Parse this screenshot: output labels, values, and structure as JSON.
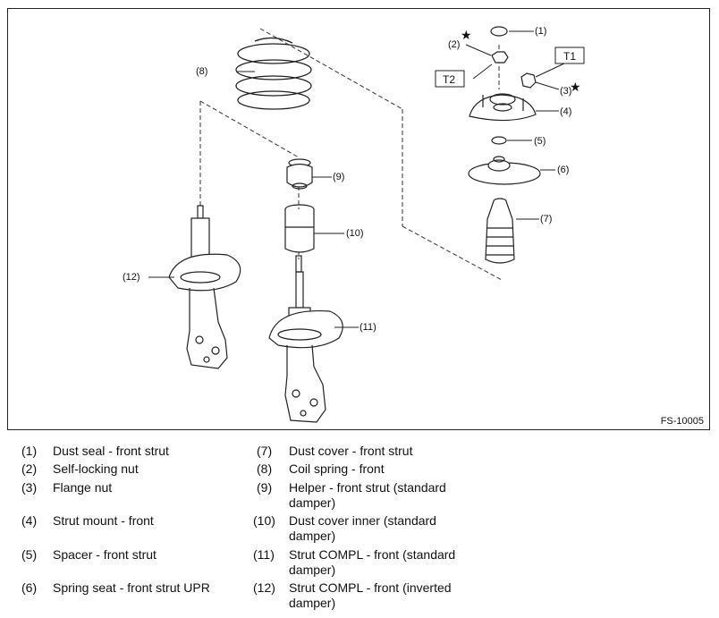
{
  "figure": {
    "code": "FS-10005",
    "callouts": [
      "(1)",
      "(2)",
      "(3)",
      "(4)",
      "(5)",
      "(6)",
      "(7)",
      "(8)",
      "(9)",
      "(10)",
      "(11)",
      "(12)"
    ],
    "torque_labels": [
      "T1",
      "T2"
    ],
    "star": "★"
  },
  "legend": [
    {
      "num": "(1)",
      "text": "Dust seal - front strut"
    },
    {
      "num": "(2)",
      "text": "Self-locking nut"
    },
    {
      "num": "(3)",
      "text": "Flange nut"
    },
    {
      "num": "(4)",
      "text": "Strut mount - front"
    },
    {
      "num": "(5)",
      "text": "Spacer - front strut"
    },
    {
      "num": "(6)",
      "text": "Spring seat - front strut UPR"
    },
    {
      "num": "(7)",
      "text": "Dust cover - front strut"
    },
    {
      "num": "(8)",
      "text": "Coil spring - front"
    },
    {
      "num": "(9)",
      "text": "Helper - front strut (standard damper)"
    },
    {
      "num": "(10)",
      "text": "Dust cover inner (standard damper)"
    },
    {
      "num": "(11)",
      "text": "Strut COMPL - front (standard damper)"
    },
    {
      "num": "(12)",
      "text": "Strut COMPL - front (inverted damper)"
    }
  ]
}
